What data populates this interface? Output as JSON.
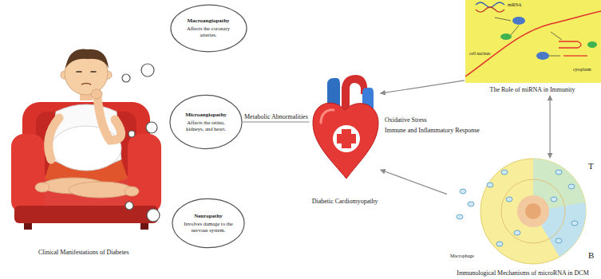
{
  "diagram": {
    "nodes": [
      {
        "text": [
          "Macroangiopathy",
          "Affects the coronary arteries."
        ]
      },
      {
        "text": [
          "Microangiopathy",
          "Affects the retina, kidneys, and heart."
        ]
      },
      {
        "text": [
          "Neuropathy",
          "Involves damage to the nervous system."
        ]
      },
      {
        "text": [
          "Diabetic Cardiomyopathy"
        ]
      },
      {
        "text": [
          "The Role of miRNA in Immunity"
        ]
      },
      {
        "text": [
          "Immunological Mechanisms of microRNA in DCM"
        ]
      }
    ],
    "edges": [
      {
        "from": 1,
        "to": 3,
        "arrow": "none",
        "label": "Metabolic Abnormalities"
      },
      {
        "from": 4,
        "to": 3,
        "arrow": "to"
      },
      {
        "from": 5,
        "to": 3,
        "arrow": "to"
      },
      {
        "from": 4,
        "to": 5,
        "arrow": "both"
      }
    ],
    "labels": [
      "Clinical Manifestations of Diabetes",
      "Oxidative Stress",
      "Immune and Inflammatory Response",
      "miRNA",
      "cell nucleus",
      "cytoplasm",
      "T",
      "B",
      "Macrophage"
    ]
  }
}
